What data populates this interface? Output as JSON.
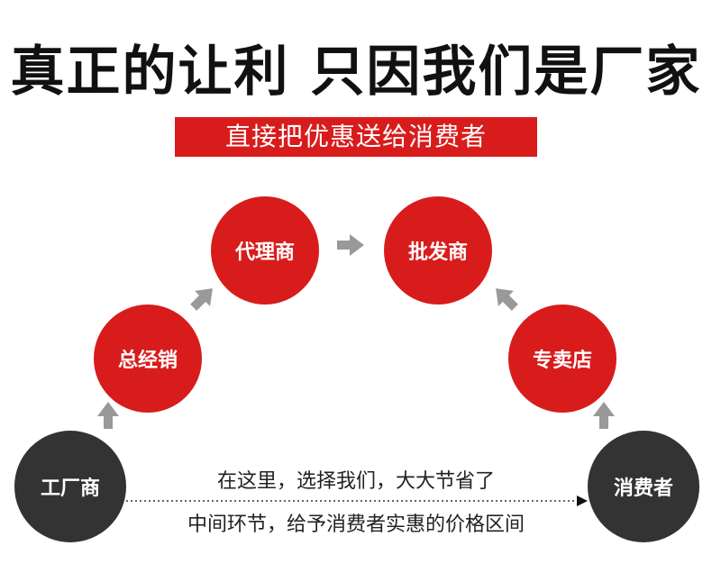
{
  "headline": "真正的让利 只因我们是厂家",
  "subline": "直接把优惠送给消费者",
  "nodes": {
    "factory": "工厂商",
    "general_distributor": "总经销",
    "agent": "代理商",
    "wholesaler": "批发商",
    "retail_store": "专卖店",
    "consumer": "消费者"
  },
  "notes": {
    "line1": "在这里，选择我们，大大节省了",
    "line2": "中间环节，给予消费者实惠的价格区间"
  },
  "colors": {
    "accent": "#d81c1c",
    "dark_node": "#333333",
    "arrow": "#999999"
  }
}
